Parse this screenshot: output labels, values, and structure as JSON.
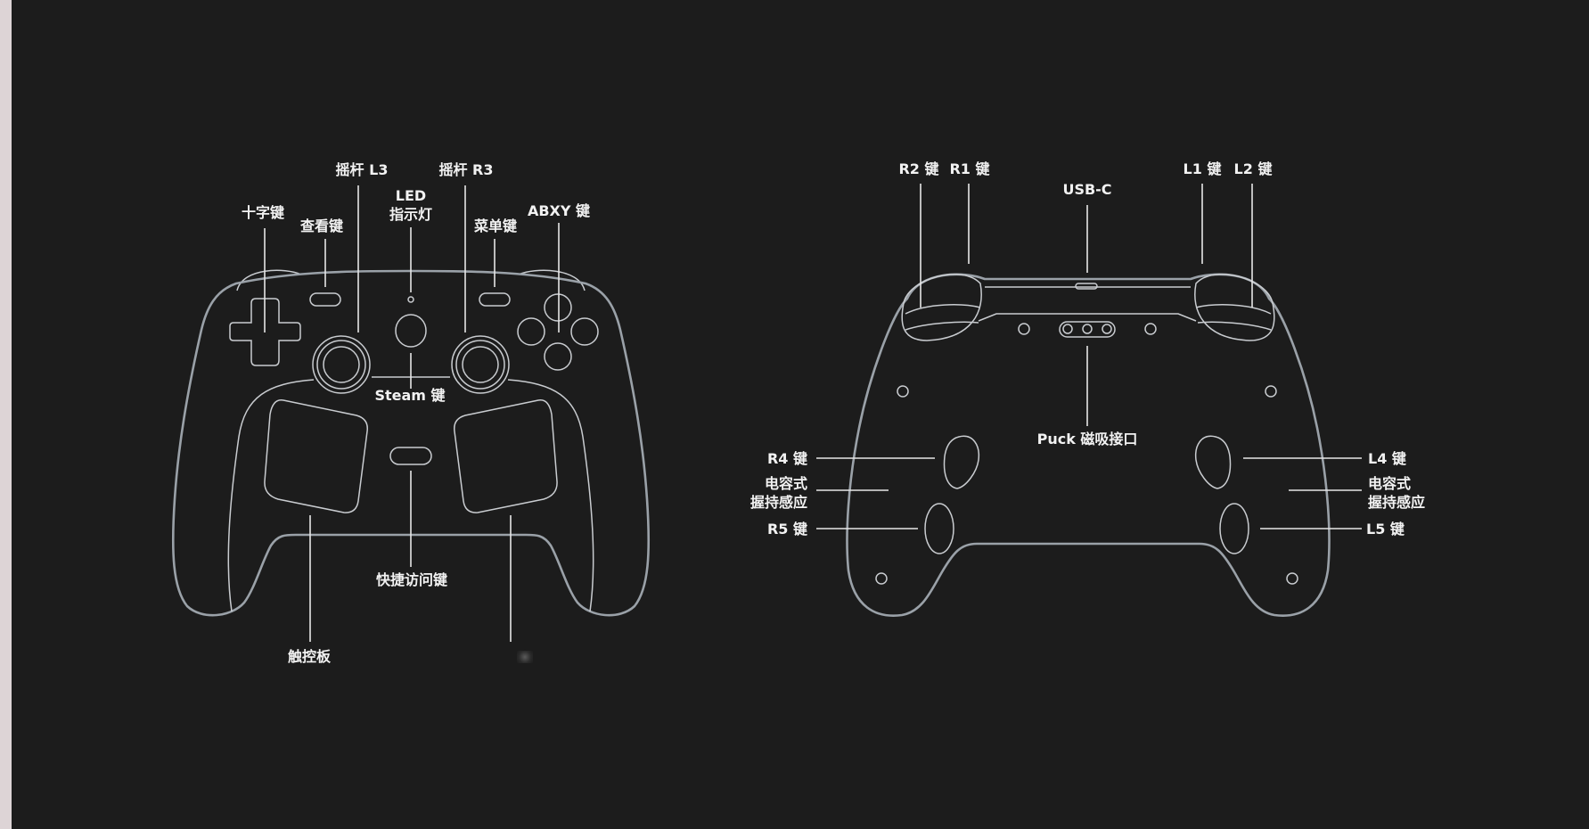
{
  "page": {
    "background": "#1c1c1c",
    "left_strip_color": "#ddd4d6",
    "outline_color": "#9aa1a8",
    "label_color": "#f2f2f2"
  },
  "front_view": {
    "labels": {
      "dpad": "十字键",
      "view": "查看键",
      "stick_l3": "摇杆 L3",
      "led_line1": "LED",
      "led_line2": "指示灯",
      "stick_r3": "摇杆 R3",
      "menu": "菜单键",
      "abxy": "ABXY 键",
      "steam": "Steam 键",
      "quick_access": "快捷访问键",
      "trackpad": "触控板",
      "trackpad_right_obscured": ""
    }
  },
  "back_view": {
    "labels": {
      "r2": "R2 键",
      "r1": "R1 键",
      "usbc": "USB-C",
      "l1": "L1 键",
      "l2": "L2 键",
      "puck": "Puck 磁吸接口",
      "r4": "R4 键",
      "grip_left_line1": "电容式",
      "grip_left_line2": "握持感应",
      "r5": "R5 键",
      "l4": "L4 键",
      "grip_right_line1": "电容式",
      "grip_right_line2": "握持感应",
      "l5": "L5 键"
    }
  }
}
